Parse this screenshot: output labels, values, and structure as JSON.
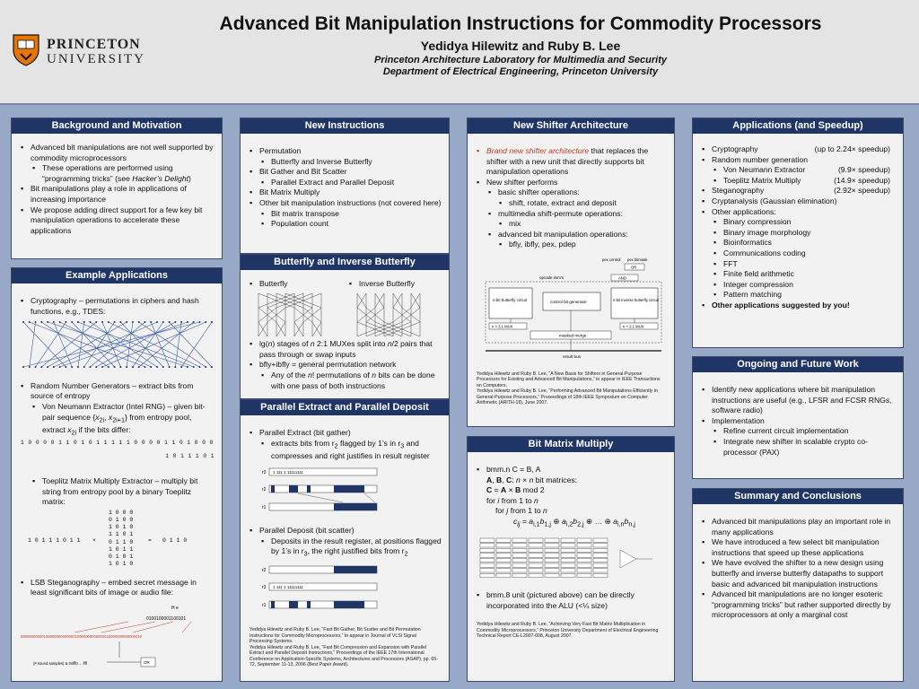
{
  "header": {
    "logo_line1": "PRINCETON",
    "logo_line2": "UNIVERSITY",
    "title": "Advanced Bit Manipulation Instructions for Commodity Processors",
    "authors": "Yedidya Hilewitz and Ruby B. Lee",
    "lab": "Princeton Architecture Laboratory for Multimedia and Security",
    "dept": "Department  of Electrical Engineering, Princeton University"
  },
  "background": {
    "title": "Background and Motivation",
    "b1": "Advanced bit manipulations are not well supported by commodity microprocessors",
    "b1a": "These operations are performed using “programming tricks” (see Hacker’s Delight)",
    "b2": "Bit manipulations play a role in applications of increasing importance",
    "b3": "We propose adding direct support for a few key bit manipulation operations to accelerate these applications"
  },
  "examples": {
    "title": "Example Applications",
    "crypto": "Cryptography – permutations in ciphers and hash functions, e.g., TDES:",
    "rng": "Random Number Generators – extract bits from source of entropy",
    "rng_a": "Von Neumann Extractor (Intel RNG) – given bit-pair sequence {x2i, x2i+1} from entropy pool, extract x2i if the bits differ:",
    "bits_top": "1 0 0 0 0 1 1 0 1 0 1 1 1 1 1 0 0 0 0 1 1 0 1 0 0 0",
    "bits_bottom": "1 0 1 1 1 0 1",
    "toeplitz": "Toeplitz Matrix Multiply Extractor – multiply bit string from entropy pool by a binary Toeplitz matrix:",
    "toeplitz_rows": [
      "1 0 0 0",
      "0 1 0 0",
      "1 0 1 0",
      "1 1 0 1",
      "0 1 1 0",
      "1 0 1 1",
      "0 1 0 1",
      "1 0 1 0"
    ],
    "toeplitz_vec": "1 0 1 1 1 0 1 1",
    "toeplitz_times": "×",
    "toeplitz_eq": "=",
    "toeplitz_res": "0 1 1 0",
    "lsb": "LSB Steganography – embed secret message in least significant bits of image or audio file:",
    "lsb_mask": "0100100001100101",
    "lsb_letters": "H       e",
    "lsb_stream": "0000000000010000000000000010000000000000010000000000000010",
    "lsb_label": "(# sound samples) & 0xfff0 ... ffff",
    "lsb_or": "OR"
  },
  "new_instr": {
    "title": "New Instructions",
    "i1": "Permutation",
    "i1a": "Butterfly and Inverse Butterfly",
    "i2": "Bit Gather and Bit Scatter",
    "i2a": "Parallel Extract and Parallel Deposit",
    "i3": "Bit Matrix Multiply",
    "i4": "Other bit manipulation instructions (not covered here)",
    "i4a": "Bit matrix transpose",
    "i4b": "Population count"
  },
  "butterfly": {
    "title": "Butterfly and Inverse Butterfly",
    "label_bfly": "Butterfly",
    "label_ibfly": "Inverse Butterfly",
    "b1": "lg(n) stages of n 2:1 MUXes split into n/2 pairs that pass through or swap inputs",
    "b2": "bfly+ibfly = general permutation network",
    "b2a": "Any of the n! permutations of n bits can be done with one pass of both instructions"
  },
  "pex": {
    "title": "Parallel Extract and Parallel Deposit",
    "e1": "Parallel Extract (bit gather)",
    "e1a": "extracts bits from r2 flagged by 1’s in r3 and compresses and right justifies in result register",
    "d1": "Parallel Deposit (bit scatter)",
    "d1a": "Deposits in the result register, at positions flagged by 1’s in r3, the right justified bits from r2",
    "reg_r2": "r2",
    "reg_r3": "r3",
    "reg_r1": "r1",
    "mask": "1       111  1       11111111",
    "refs": [
      "Yedidya Hilewitz and Ruby B. Lee, “Fast Bit Gather, Bit Scatter and Bit Permutation Instructions for Commodity Microprocessors,” to appear in Journal of VLSI Signal Processing Systems.",
      "Yedidya Hilewitz and Ruby B. Lee, “Fast Bit Compression and Expansion with Parallel Extract and Parallel Deposit Instructions,” Proceedings of the IEEE 17th International Conference on Application-Specific Systems, Architectures and Processors (ASAP), pp. 65-72, September 11-13, 2006 (Best Paper Award)."
    ]
  },
  "shifter": {
    "title": "New Shifter Architecture",
    "b1_red": "Brand new shifter architecture",
    "b1_rest": " that replaces the shifter with a new unit that directly supports bit manipulation operations",
    "b2": "New shifter performs",
    "b2a": "basic shifter operations:",
    "b2a1": "shift, rotate, extract and deposit",
    "b2b": "multimedia shift-permute operations:",
    "b2b1": "mix",
    "b2c": "advanced bit manipulation operations:",
    "b2c1": "bfly, ibfly, pex, pdep",
    "diag_opcode": "opcode imm’s",
    "diag_pex": "pex control",
    "diag_imm": "pex bitmask",
    "diag_or": "OR",
    "diag_and": "AND",
    "diag_bfly": "n-bit butterfly circuit",
    "diag_ctrl": "control bit generator",
    "diag_ibfly": "n-bit inverse butterfly circuit",
    "diag_mux1": "n × 3:1 MUX",
    "diag_mux2": "n × 2:1 MUX",
    "diag_merge": "masked merge",
    "diag_bus": "result bus",
    "refs": [
      "Yedidya Hilewitz and Ruby B. Lee, “A New Basis for Shifters in General-Purpose Processors for Existing and Advanced Bit Manipulations,” to appear in IEEE Transactions on Computers.",
      "Yedidya Hilewitz and Ruby B. Lee, “Performing Advanced Bit Manipulations Efficiently in General-Purpose Processors,” Proceedings of 18th IEEE Symposium on Computer Arithmetic (ARITH-18), June 2007."
    ]
  },
  "bmm": {
    "title": "Bit Matrix Multiply",
    "l1": "bmm.n C = B, A",
    "l2": "A, B, C: n × n bit matrices:",
    "l3": "C = A × B mod 2",
    "l4": "for i from 1 to n",
    "l5": "for j from 1 to n",
    "l6": "cij = ai,1b1,j ⊕ ai,2b2,j ⊕ … ⊕ ai,nbn,j",
    "b2": "bmm.8 unit (pictured above) can be directly incorporated into the ALU (<¼ size)",
    "refs": [
      "Yedidya Hilewitz and Ruby B. Lee, “Achieving Very Fast Bit Matrix Multiplication in Commodity Microprocessors,” Princeton University Department of Electrical Engineering Technical Report CE-L2007-008, August 2007."
    ]
  },
  "apps": {
    "title": "Applications (and Speedup)",
    "crypto": "Cryptography",
    "crypto_speed": "(up to 2.24× speedup)",
    "rng": "Random number generation",
    "vn": "Von Neumann Extractor",
    "vn_speed": "(9.9× speedup)",
    "tp": "Toeplitz Matrix Multiply",
    "tp_speed": "(14.9× speedup)",
    "steg": "Steganography",
    "steg_speed": "(2.92× speedup)",
    "crypta": "Cryptanalysis (Gaussian elimination)",
    "other": "Other applications:",
    "o1": "Binary compression",
    "o2": "Binary image morphology",
    "o3": "Bioinformatics",
    "o4": "Communications coding",
    "o5": "FFT",
    "o6": "Finite field arithmetic",
    "o7": "Integer compression",
    "o8": "Pattern matching",
    "suggest": "Other applications suggested by you!"
  },
  "future": {
    "title": "Ongoing and Future Work",
    "f1": "Identify new applications where bit manipulation instructions are useful (e.g., LFSR and FCSR RNGs, software radio)",
    "f2": "Implementation",
    "f2a": "Refine current circuit implementation",
    "f2b": "Integrate new shifter in scalable crypto co-processor (PAX)"
  },
  "summary": {
    "title": "Summary and Conclusions",
    "s1": "Advanced bit manipulations play an important role in many applications",
    "s2": "We have introduced a few select bit manipulation instructions that speed up these applications",
    "s3": "We have evolved the shifter to a new design using butterfly and inverse butterfly datapaths to support basic and advanced bit manipulation instructions",
    "s4": "Advanced bit manipulations are no longer esoteric “programming tricks” but rather supported directly by microprocessors at only a marginal cost"
  }
}
